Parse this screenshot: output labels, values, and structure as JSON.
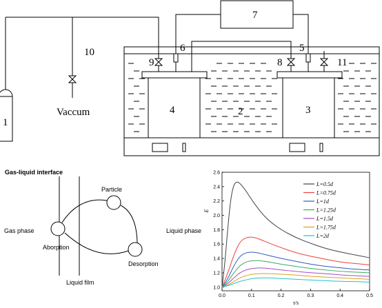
{
  "apparatus": {
    "labels": {
      "n1": "1",
      "n2": "2",
      "n3": "3",
      "n4": "4",
      "n5": "5",
      "n6": "6",
      "n7": "7",
      "n8": "8",
      "n9": "9",
      "n10": "10",
      "n11": "11",
      "vacuum": "Vaccum"
    }
  },
  "mechanism": {
    "interface_title": "Gas-liquid interface",
    "gas_phase": "Gas phase",
    "liquid_phase": "Liquid phase",
    "liquid_film": "Liquid film",
    "particle": "Particle",
    "aborption": "Aborption",
    "desorption": "Desorption"
  },
  "chart_data": {
    "type": "line",
    "xlabel": "τ/s",
    "ylabel": "E",
    "xlim": [
      0.0,
      0.5
    ],
    "ylim": [
      0.95,
      2.6
    ],
    "xticks": [
      "0.0",
      "0.1",
      "0.2",
      "0.3",
      "0.4",
      "0.5"
    ],
    "yticks": [
      "1.0",
      "1.2",
      "1.4",
      "1.6",
      "1.8",
      "2.0",
      "2.2",
      "2.4",
      "2.6"
    ],
    "legend_position": "top-right",
    "series": [
      {
        "name": "L=0.5d",
        "color": "#404040",
        "x": [
          0,
          0.01,
          0.02,
          0.03,
          0.04,
          0.05,
          0.06,
          0.08,
          0.1,
          0.13,
          0.16,
          0.2,
          0.25,
          0.3,
          0.35,
          0.4,
          0.45,
          0.5
        ],
        "y": [
          1.0,
          1.35,
          1.85,
          2.25,
          2.43,
          2.47,
          2.45,
          2.35,
          2.22,
          2.05,
          1.92,
          1.8,
          1.69,
          1.61,
          1.54,
          1.49,
          1.45,
          1.41
        ]
      },
      {
        "name": "L=0.75d",
        "color": "#e8413b",
        "x": [
          0,
          0.02,
          0.04,
          0.06,
          0.08,
          0.1,
          0.12,
          0.15,
          0.2,
          0.25,
          0.3,
          0.35,
          0.4,
          0.45,
          0.5
        ],
        "y": [
          1.0,
          1.2,
          1.45,
          1.63,
          1.69,
          1.7,
          1.68,
          1.63,
          1.55,
          1.48,
          1.43,
          1.39,
          1.35,
          1.33,
          1.31
        ]
      },
      {
        "name": "L=1d",
        "color": "#2f57c7",
        "x": [
          0,
          0.02,
          0.04,
          0.06,
          0.08,
          0.1,
          0.12,
          0.15,
          0.2,
          0.25,
          0.3,
          0.35,
          0.4,
          0.45,
          0.5
        ],
        "y": [
          1.0,
          1.12,
          1.3,
          1.43,
          1.48,
          1.49,
          1.48,
          1.45,
          1.4,
          1.36,
          1.32,
          1.29,
          1.27,
          1.25,
          1.24
        ]
      },
      {
        "name": "L=1.25d",
        "color": "#3aaa5c",
        "x": [
          0,
          0.02,
          0.04,
          0.06,
          0.08,
          0.1,
          0.13,
          0.16,
          0.2,
          0.25,
          0.3,
          0.35,
          0.4,
          0.45,
          0.5
        ],
        "y": [
          1.0,
          1.08,
          1.2,
          1.3,
          1.35,
          1.37,
          1.37,
          1.35,
          1.32,
          1.29,
          1.26,
          1.24,
          1.22,
          1.21,
          1.2
        ]
      },
      {
        "name": "L=1.5d",
        "color": "#a64ac9",
        "x": [
          0,
          0.02,
          0.04,
          0.06,
          0.08,
          0.1,
          0.13,
          0.16,
          0.2,
          0.25,
          0.3,
          0.35,
          0.4,
          0.45,
          0.5
        ],
        "y": [
          1.0,
          1.05,
          1.13,
          1.2,
          1.24,
          1.26,
          1.27,
          1.26,
          1.24,
          1.22,
          1.2,
          1.19,
          1.17,
          1.16,
          1.15
        ]
      },
      {
        "name": "L=1.75d",
        "color": "#d9a21e",
        "x": [
          0,
          0.02,
          0.04,
          0.06,
          0.08,
          0.1,
          0.13,
          0.16,
          0.2,
          0.25,
          0.3,
          0.35,
          0.4,
          0.45,
          0.5
        ],
        "y": [
          1.0,
          1.03,
          1.08,
          1.13,
          1.16,
          1.18,
          1.19,
          1.19,
          1.18,
          1.17,
          1.15,
          1.14,
          1.13,
          1.12,
          1.11
        ]
      },
      {
        "name": "L=2d",
        "color": "#1fc4cf",
        "x": [
          0,
          0.02,
          0.04,
          0.06,
          0.08,
          0.1,
          0.13,
          0.16,
          0.2,
          0.25,
          0.3,
          0.35,
          0.4,
          0.45,
          0.5
        ],
        "y": [
          1.0,
          1.02,
          1.05,
          1.08,
          1.1,
          1.12,
          1.13,
          1.13,
          1.12,
          1.11,
          1.1,
          1.09,
          1.08,
          1.08,
          1.07
        ]
      }
    ]
  }
}
